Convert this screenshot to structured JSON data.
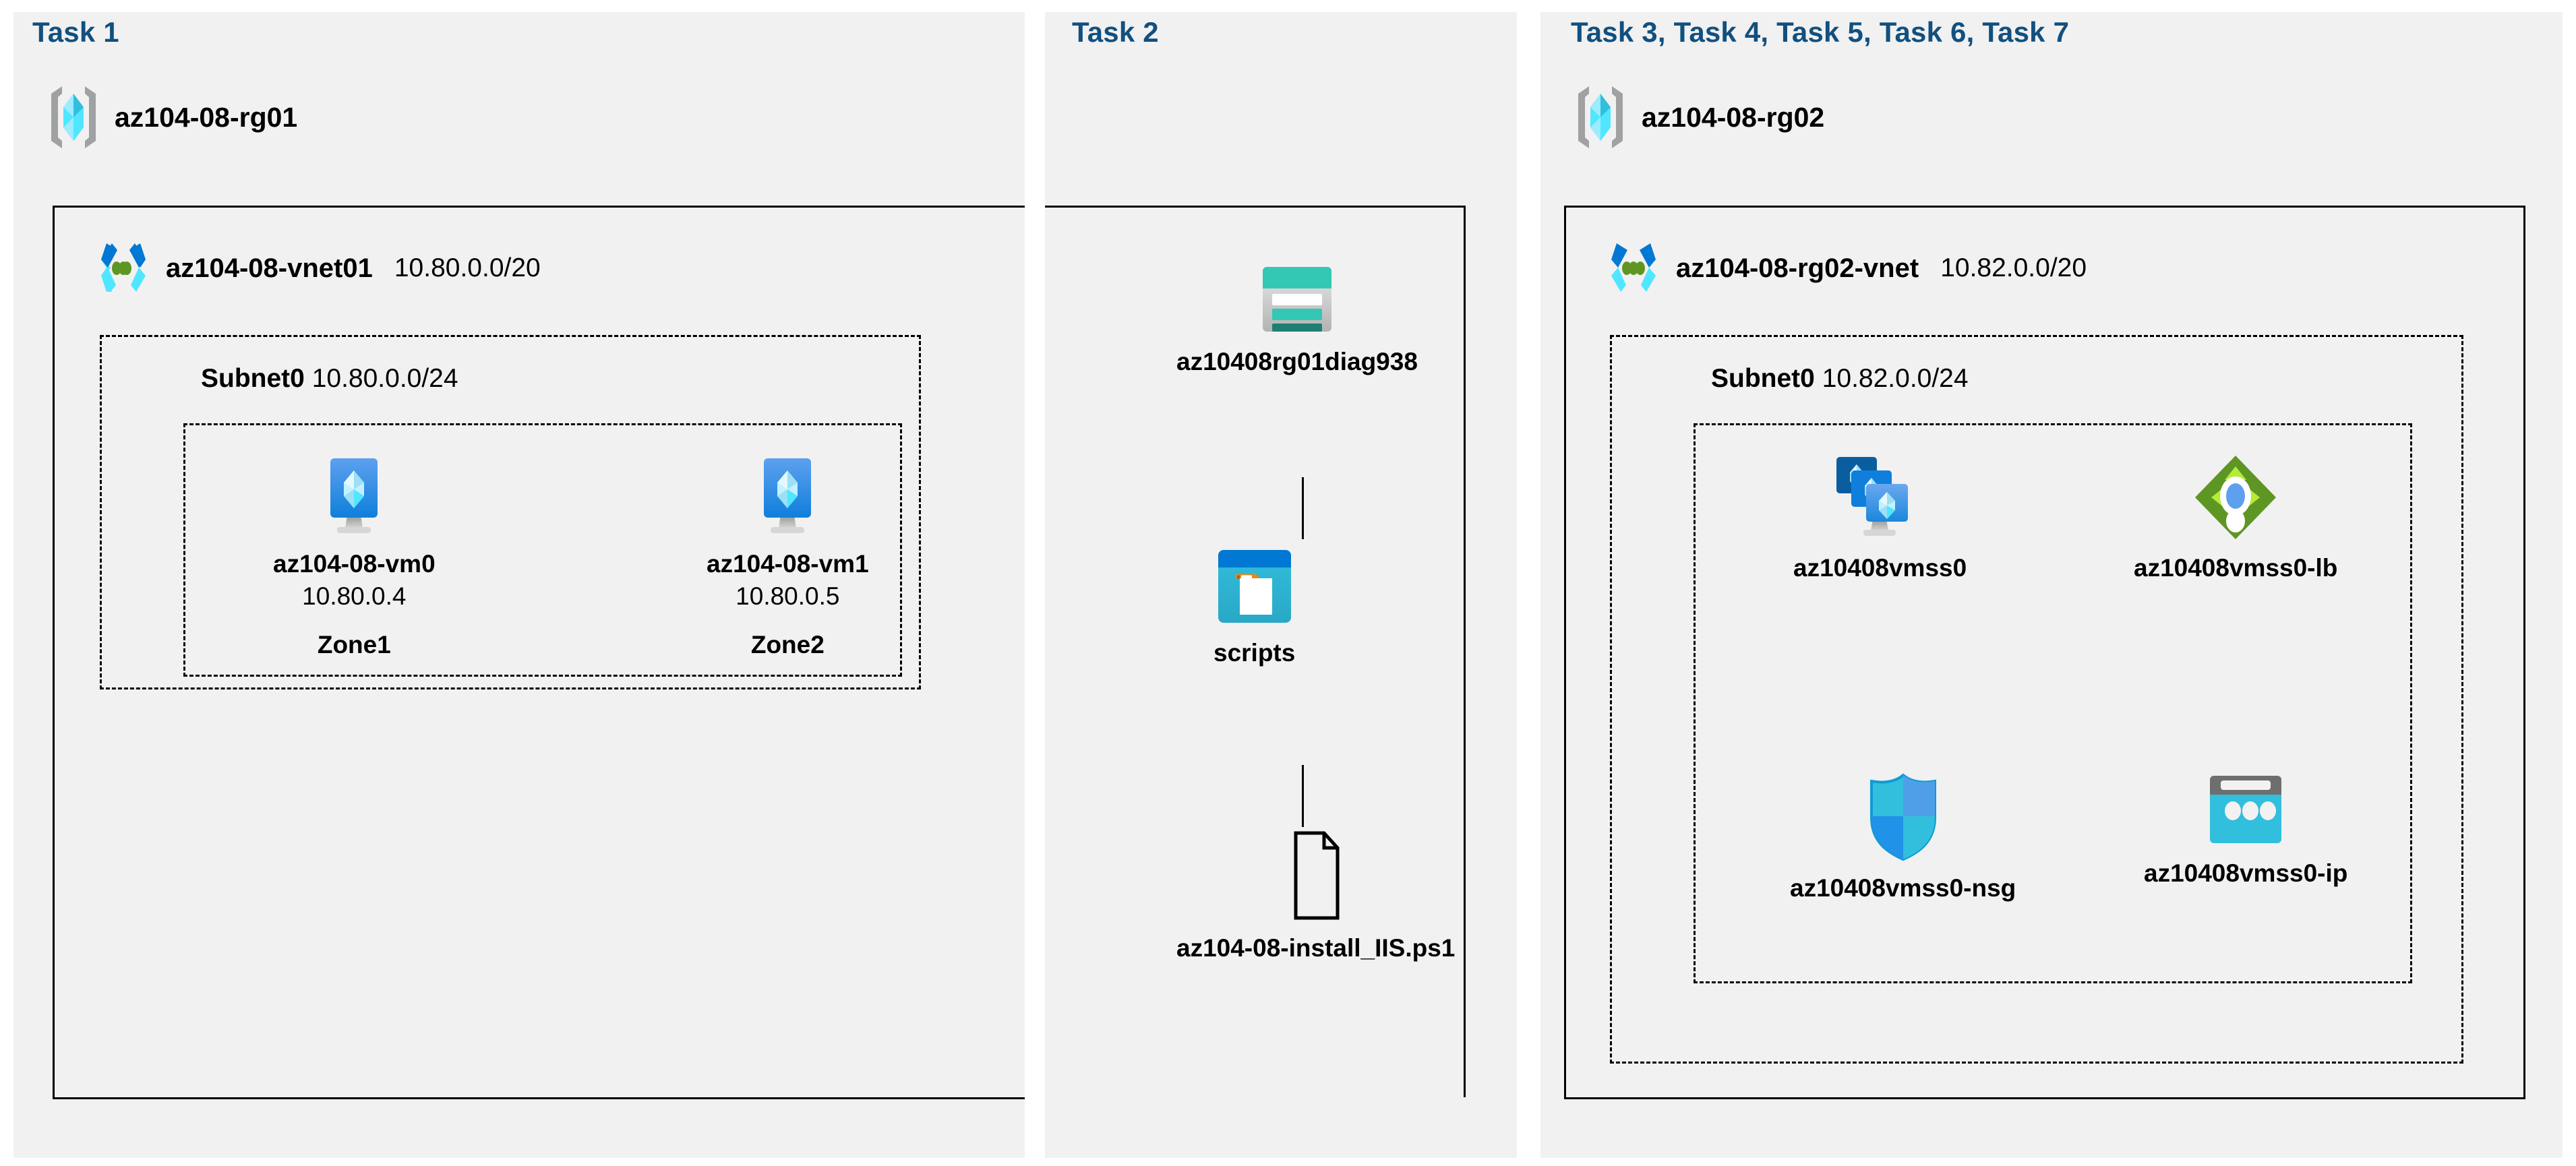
{
  "panels": {
    "task1": {
      "label": "Task 1"
    },
    "task2": {
      "label": "Task 2"
    },
    "task3": {
      "label": "Task 3, Task 4, Task 5, Task 6, Task 7"
    }
  },
  "resource_groups": [
    {
      "name": "az104-08-rg01",
      "icon": "resource-group-icon"
    },
    {
      "name": "az104-08-rg02",
      "icon": "resource-group-icon"
    }
  ],
  "vnets": [
    {
      "name": "az104-08-vnet01",
      "cidr": "10.80.0.0/20",
      "icon": "virtual-network-icon"
    },
    {
      "name": "az104-08-rg02-vnet",
      "cidr": "10.82.0.0/20",
      "icon": "virtual-network-icon"
    }
  ],
  "subnets": [
    {
      "name": "Subnet0",
      "cidr": "10.80.0.0/24"
    },
    {
      "name": "Subnet0",
      "cidr": "10.82.0.0/24"
    }
  ],
  "virtual_machines": [
    {
      "name": "az104-08-vm0",
      "ip": "10.80.0.4",
      "zone": "Zone1",
      "icon": "virtual-machine-icon"
    },
    {
      "name": "az104-08-vm1",
      "ip": "10.80.0.5",
      "zone": "Zone2",
      "icon": "virtual-machine-icon"
    }
  ],
  "storage": {
    "account": {
      "name": "az10408rg01diag938",
      "icon": "storage-account-icon"
    },
    "container": {
      "name": "scripts",
      "icon": "blob-container-icon"
    },
    "file": {
      "name": "az104-08-install_IIS.ps1",
      "icon": "file-icon"
    }
  },
  "scale_set_resources": [
    {
      "name": "az10408vmss0",
      "icon": "vm-scale-set-icon"
    },
    {
      "name": "az10408vmss0-lb",
      "icon": "load-balancer-icon"
    },
    {
      "name": "az10408vmss0-nsg",
      "icon": "network-security-group-icon"
    },
    {
      "name": "az10408vmss0-ip",
      "icon": "public-ip-address-icon"
    }
  ],
  "colors": {
    "panel_background": "#f1f1f1",
    "task_label": "#11507f",
    "border": "#000000",
    "azure_blue": "#0078d4",
    "azure_cyan": "#50e6ff",
    "storage_teal": "#2cc7b4",
    "lb_green": "#5e9624",
    "nsg_blue": "#32bedd"
  }
}
